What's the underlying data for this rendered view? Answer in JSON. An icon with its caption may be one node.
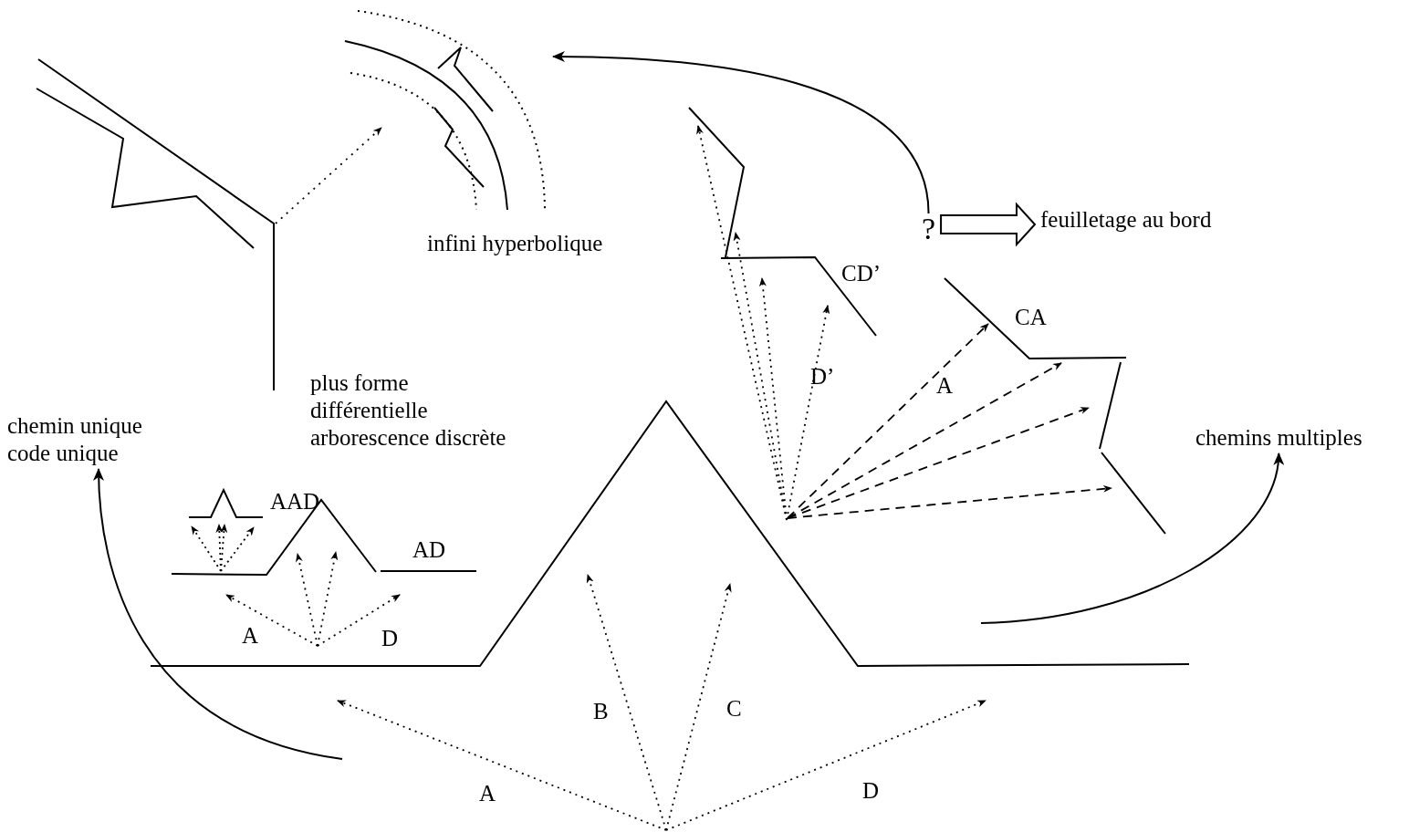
{
  "diagram": {
    "nodes": [
      {
        "text": [
          "infini hyperbolique"
        ]
      },
      {
        "text": [
          "?"
        ]
      },
      {
        "text": [
          "feuilletage au bord"
        ]
      },
      {
        "text": [
          "plus forme différentielle arborescence discrète"
        ]
      },
      {
        "text": [
          "chemin unique code unique"
        ]
      },
      {
        "text": [
          "chemins multiples"
        ]
      },
      {
        "text": [],
        "shape": "picture"
      }
    ],
    "edges": [
      {
        "from": 1,
        "to": 6,
        "arrow": "to"
      },
      {
        "from": 1,
        "to": 2,
        "arrow": "to"
      },
      {
        "from": null,
        "to": 4,
        "arrow": "to"
      },
      {
        "from": null,
        "to": 5,
        "arrow": "to"
      }
    ],
    "labels": [
      "CD’",
      "CA",
      "D’",
      "A",
      "AAD",
      "AD",
      "A",
      "D",
      "B",
      "C",
      "A",
      "D"
    ]
  }
}
